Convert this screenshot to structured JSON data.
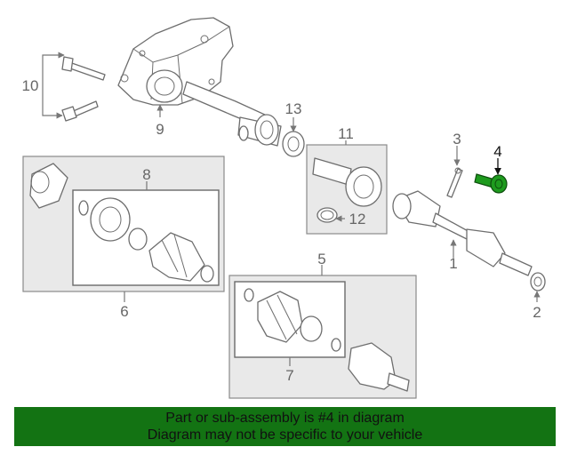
{
  "diagram": {
    "callouts": {
      "n1": "1",
      "n2": "2",
      "n3": "3",
      "n4": "4",
      "n5": "5",
      "n6": "6",
      "n7": "7",
      "n8": "8",
      "n9": "9",
      "n10": "10",
      "n11": "11",
      "n12": "12",
      "n13": "13"
    },
    "highlight_part": "4",
    "highlight_color": "#1e9b1e"
  },
  "banner": {
    "line1": "Part or sub-assembly is #4 in diagram",
    "line2": "Diagram may not be specific to your vehicle",
    "background": "#137313"
  }
}
